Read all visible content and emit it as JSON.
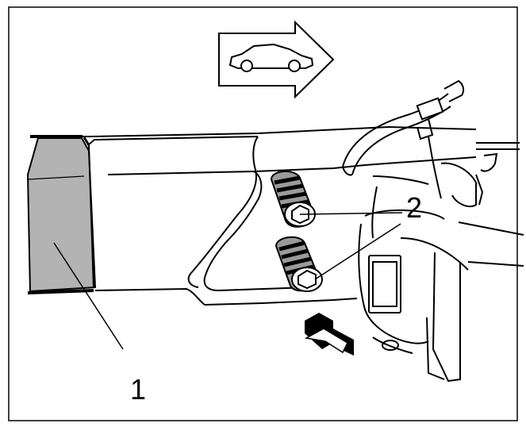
{
  "diagram": {
    "direction_indicator": {
      "icon": "car-forward-arrow-icon"
    },
    "callouts": [
      {
        "id": "1",
        "label": "1"
      },
      {
        "id": "2",
        "label": "2"
      }
    ],
    "colors": {
      "line": "#000000",
      "shaded_part": "#b3b3b3",
      "background": "#ffffff"
    }
  }
}
